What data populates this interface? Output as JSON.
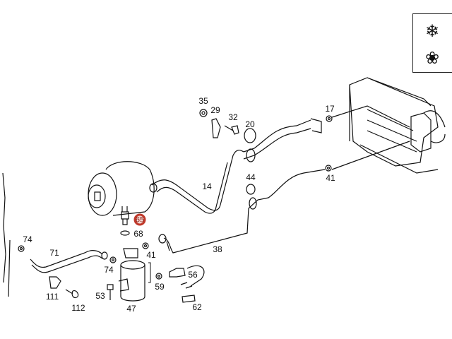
{
  "legend": {
    "icons": [
      "snowflake-icon",
      "fan-icon"
    ]
  },
  "highlight_color": "#c0392b",
  "parts": [
    {
      "id": "35",
      "label": "35"
    },
    {
      "id": "29",
      "label": "29"
    },
    {
      "id": "32",
      "label": "32"
    },
    {
      "id": "20",
      "label": "20"
    },
    {
      "id": "17",
      "label": "17"
    },
    {
      "id": "14",
      "label": "14"
    },
    {
      "id": "44",
      "label": "44"
    },
    {
      "id": "41a",
      "label": "41"
    },
    {
      "id": "65",
      "label": "65",
      "highlighted": true
    },
    {
      "id": "68",
      "label": "68"
    },
    {
      "id": "74a",
      "label": "74"
    },
    {
      "id": "71",
      "label": "71"
    },
    {
      "id": "74b",
      "label": "74"
    },
    {
      "id": "41b",
      "label": "41"
    },
    {
      "id": "38",
      "label": "38"
    },
    {
      "id": "56",
      "label": "56"
    },
    {
      "id": "59",
      "label": "59"
    },
    {
      "id": "53",
      "label": "53"
    },
    {
      "id": "111",
      "label": "111"
    },
    {
      "id": "112",
      "label": "112"
    },
    {
      "id": "47",
      "label": "47"
    },
    {
      "id": "62",
      "label": "62"
    }
  ]
}
